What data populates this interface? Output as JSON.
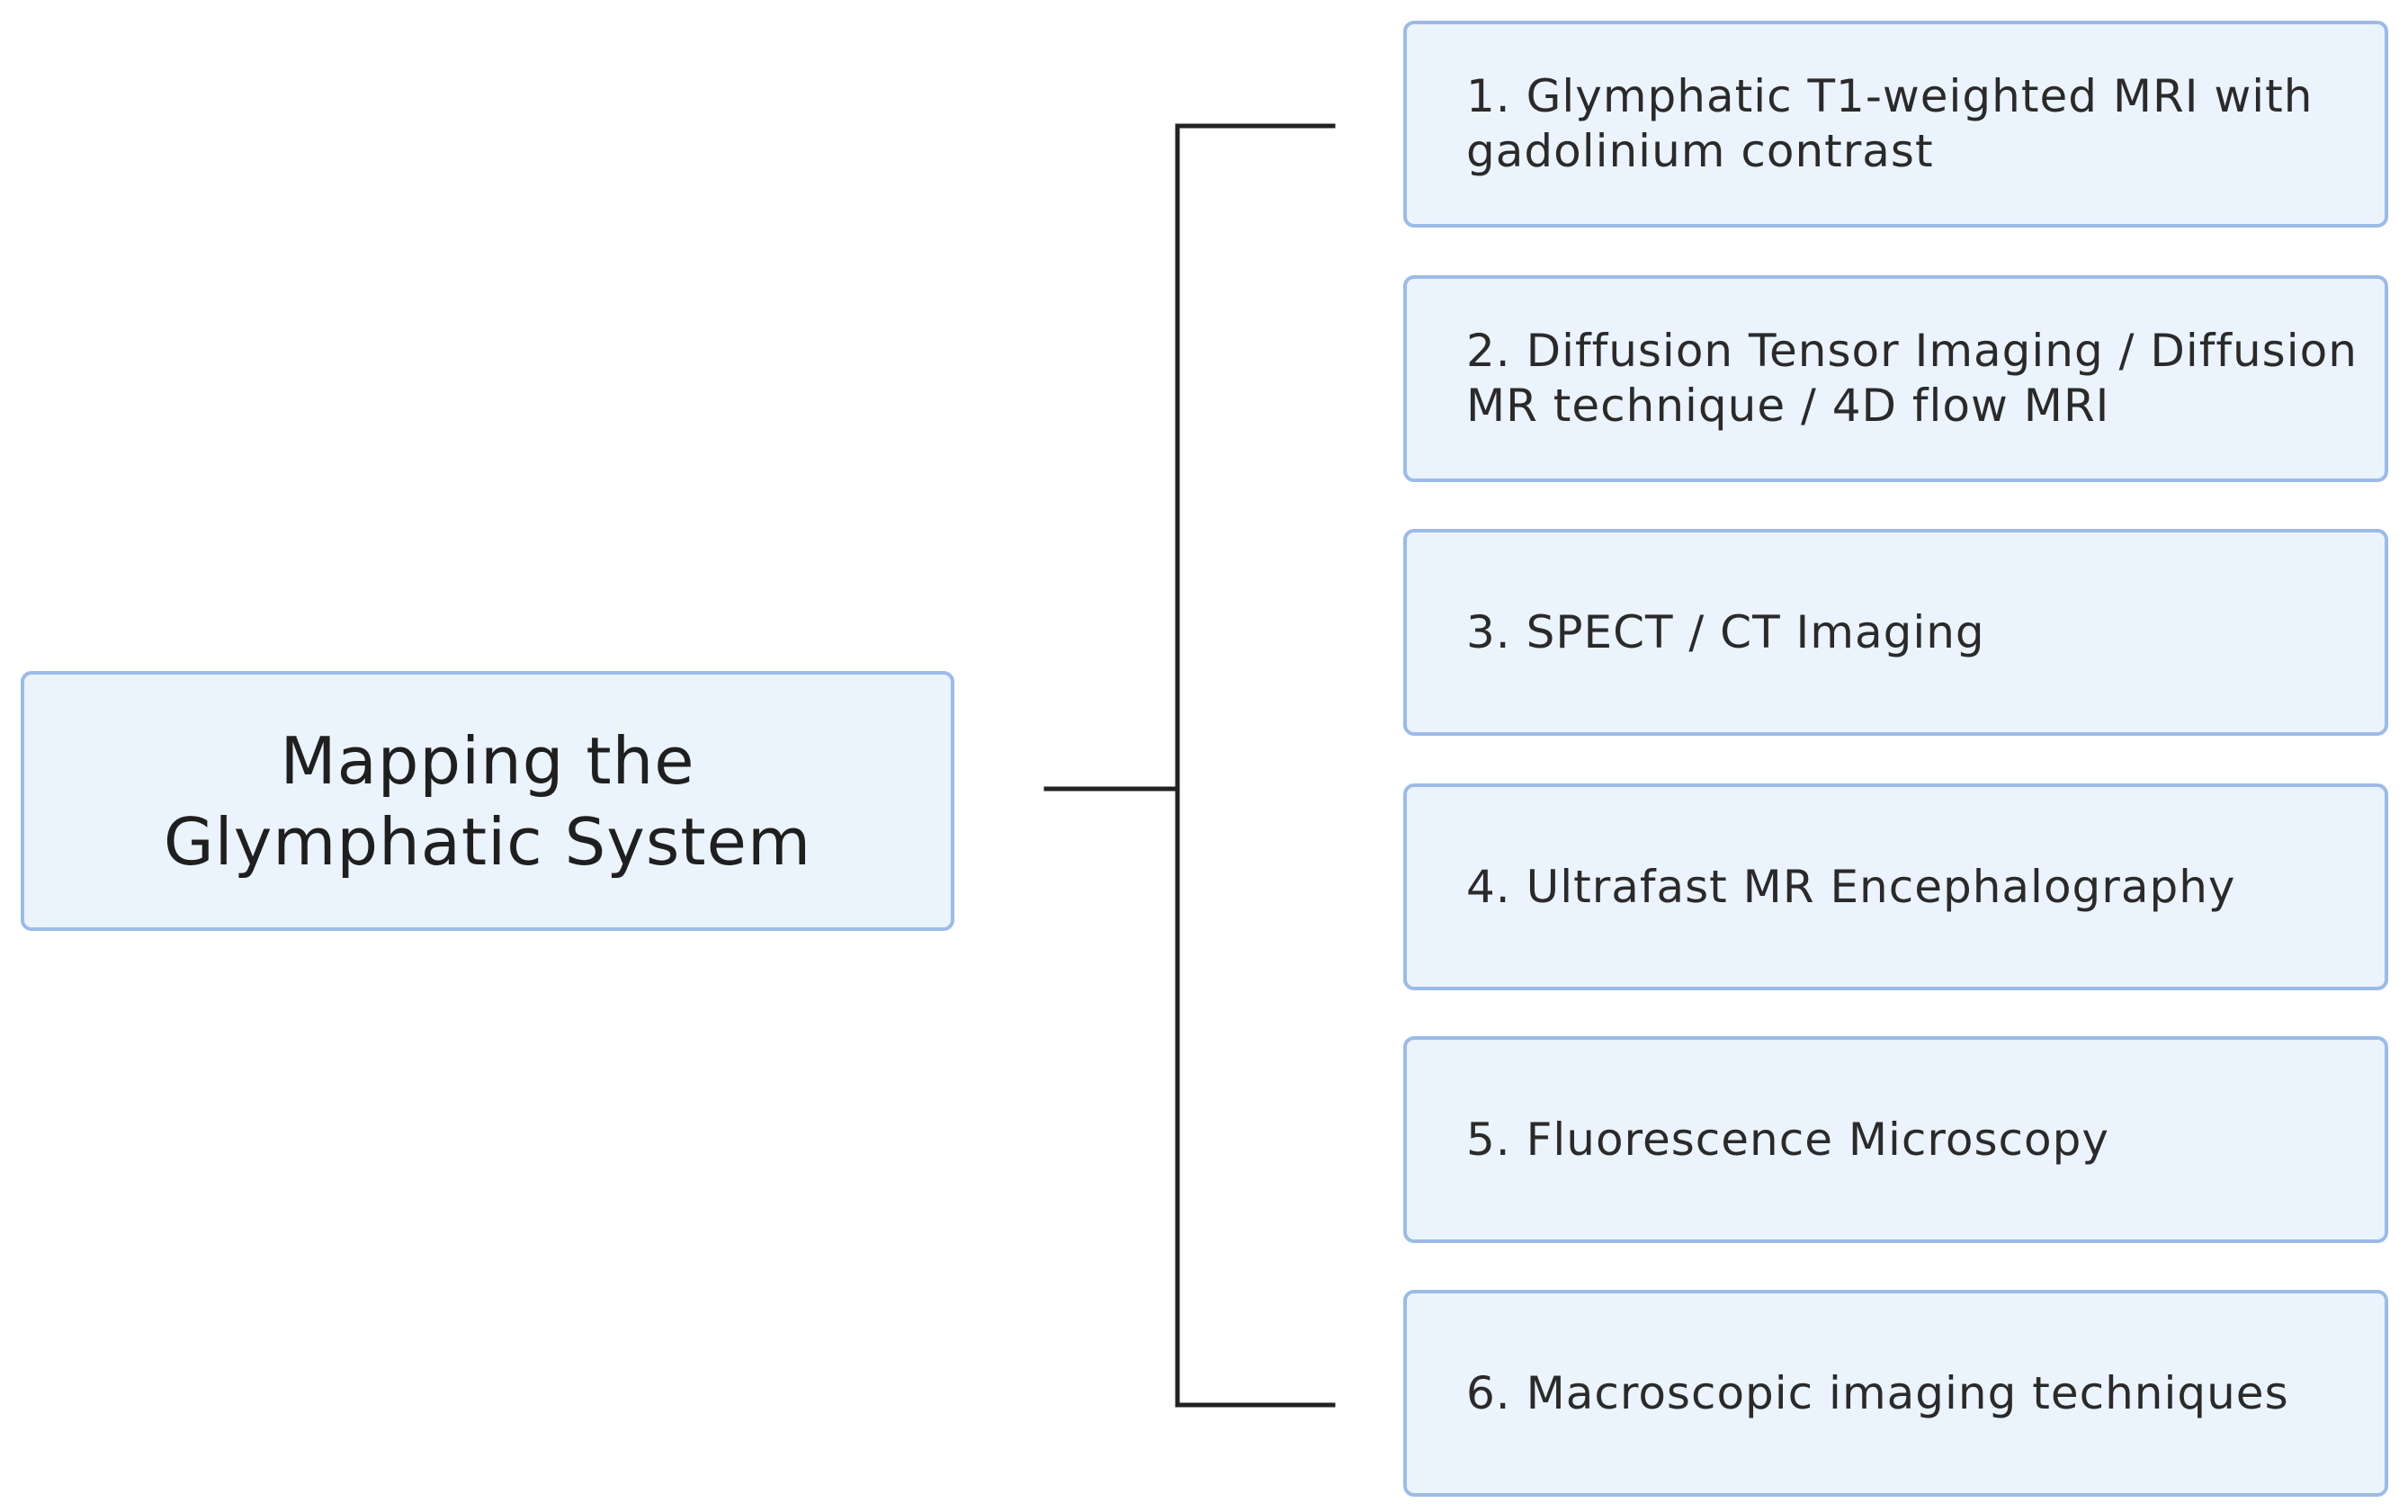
{
  "root": {
    "title": "Mapping the Glymphatic System"
  },
  "branches": [
    {
      "label": "1. Glymphatic T1-weighted MRI with gadolinium contrast"
    },
    {
      "label": "2. Diffusion Tensor Imaging / Diffusion MR technique / 4D flow MRI"
    },
    {
      "label": "3. SPECT / CT Imaging"
    },
    {
      "label": "4. Ultrafast MR Encephalography"
    },
    {
      "label": "5. Fluorescence Microscopy"
    },
    {
      "label": "6. Macroscopic imaging techniques"
    }
  ],
  "colors": {
    "box_fill": "#ebf3fd",
    "box_border": "#9cbbe6",
    "connector": "#222222",
    "text": "#1f1f1f"
  }
}
